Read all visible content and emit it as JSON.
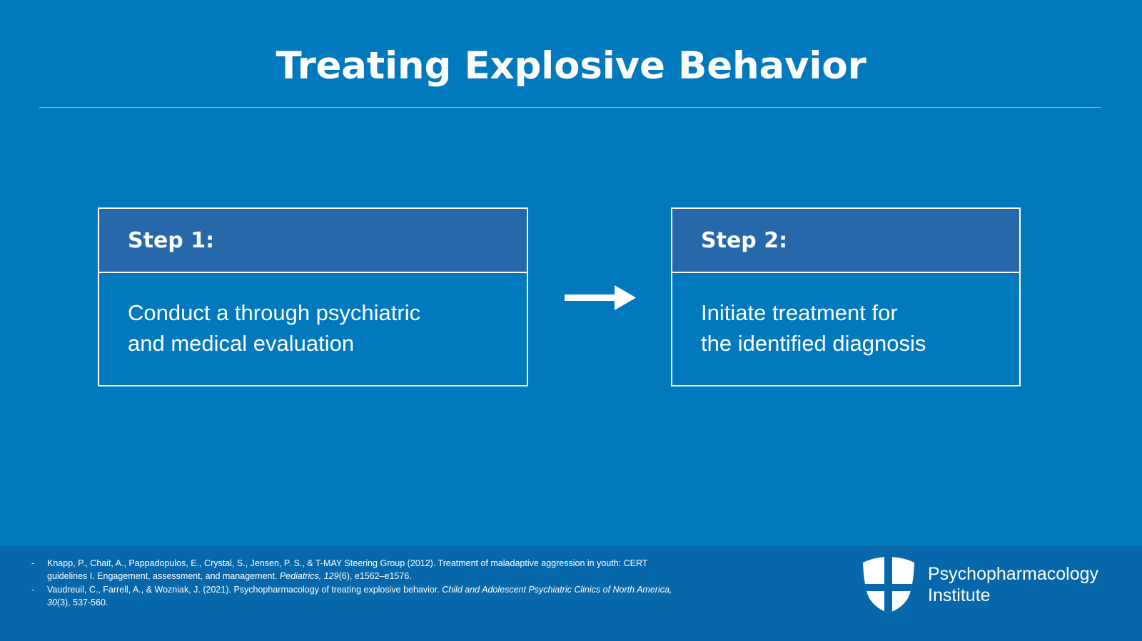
{
  "slide": {
    "title": "Treating Explosive Behavior",
    "background_color": "#0079bf",
    "footer_band_color": "#0668ab",
    "header_accent_color": "#2768ab",
    "rule_color": "#8ecde8",
    "text_color": "#ffffff"
  },
  "steps": [
    {
      "header": "Step 1:",
      "body": "Conduct a through psychiatric\nand medical evaluation"
    },
    {
      "header": "Step 2:",
      "body": "Initiate treatment for\nthe identified diagnosis"
    }
  ],
  "arrow": {
    "icon": "arrow-right-icon",
    "direction": "right",
    "color": "#ffffff"
  },
  "references": {
    "bullet": "-",
    "items": [
      {
        "parts": [
          {
            "text": "Knapp, P., Chait, A., Pappadopulos, E., Crystal, S., Jensen, P. S., & T-MAY Steering Group (2012). Treatment of maladaptive aggression in youth: CERT guidelines I. Engagement, assessment, and management. ",
            "italic": false
          },
          {
            "text": "Pediatrics, 129",
            "italic": true
          },
          {
            "text": "(6), e1562–e1576.",
            "italic": false
          }
        ]
      },
      {
        "parts": [
          {
            "text": "Vaudreuil, C., Farrell, A., & Wozniak, J. (2021). Psychopharmacology of treating explosive behavior. ",
            "italic": false
          },
          {
            "text": "Child and Adolescent Psychiatric Clinics of North America, 30",
            "italic": true
          },
          {
            "text": "(3), 537-560.",
            "italic": false
          }
        ]
      }
    ]
  },
  "logo": {
    "icon": "shield-logo-icon",
    "name": "Psychopharmacology\nInstitute"
  }
}
